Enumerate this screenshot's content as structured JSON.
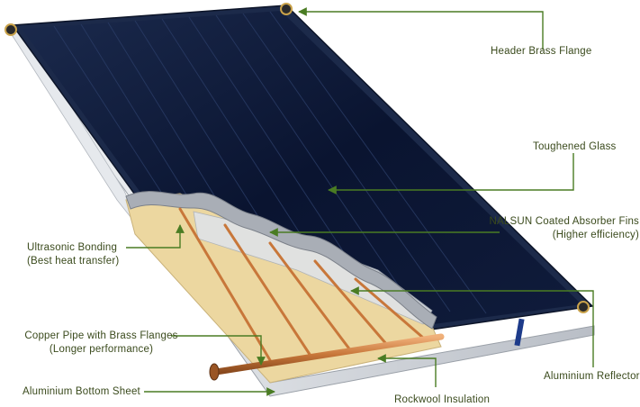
{
  "colors": {
    "leader_green": "#4a7c23",
    "label_text": "#3a4a1c",
    "frame_dark": "#1c2a4a",
    "glass": "#0b1630",
    "copper": "#c8773a",
    "insulation": "#ecd7a0",
    "aluminium": "#d9dde3"
  },
  "labels": {
    "header_brass_flange": "Header Brass Flange",
    "toughened_glass": "Toughened Glass",
    "absorber_fins_line1": "NALSUN Coated Absorber Fins",
    "absorber_fins_line2": "(Higher efficiency)",
    "ultrasonic_line1": "Ultrasonic Bonding",
    "ultrasonic_line2": "(Best heat transfer)",
    "copper_pipe_line1": "Copper Pipe with Brass Flanges",
    "copper_pipe_line2": "(Longer performance)",
    "aluminium_reflector": "Aluminium Reflector",
    "aluminium_bottom_sheet": "Aluminium Bottom Sheet",
    "rockwool_insulation": "Rockwool Insulation"
  }
}
